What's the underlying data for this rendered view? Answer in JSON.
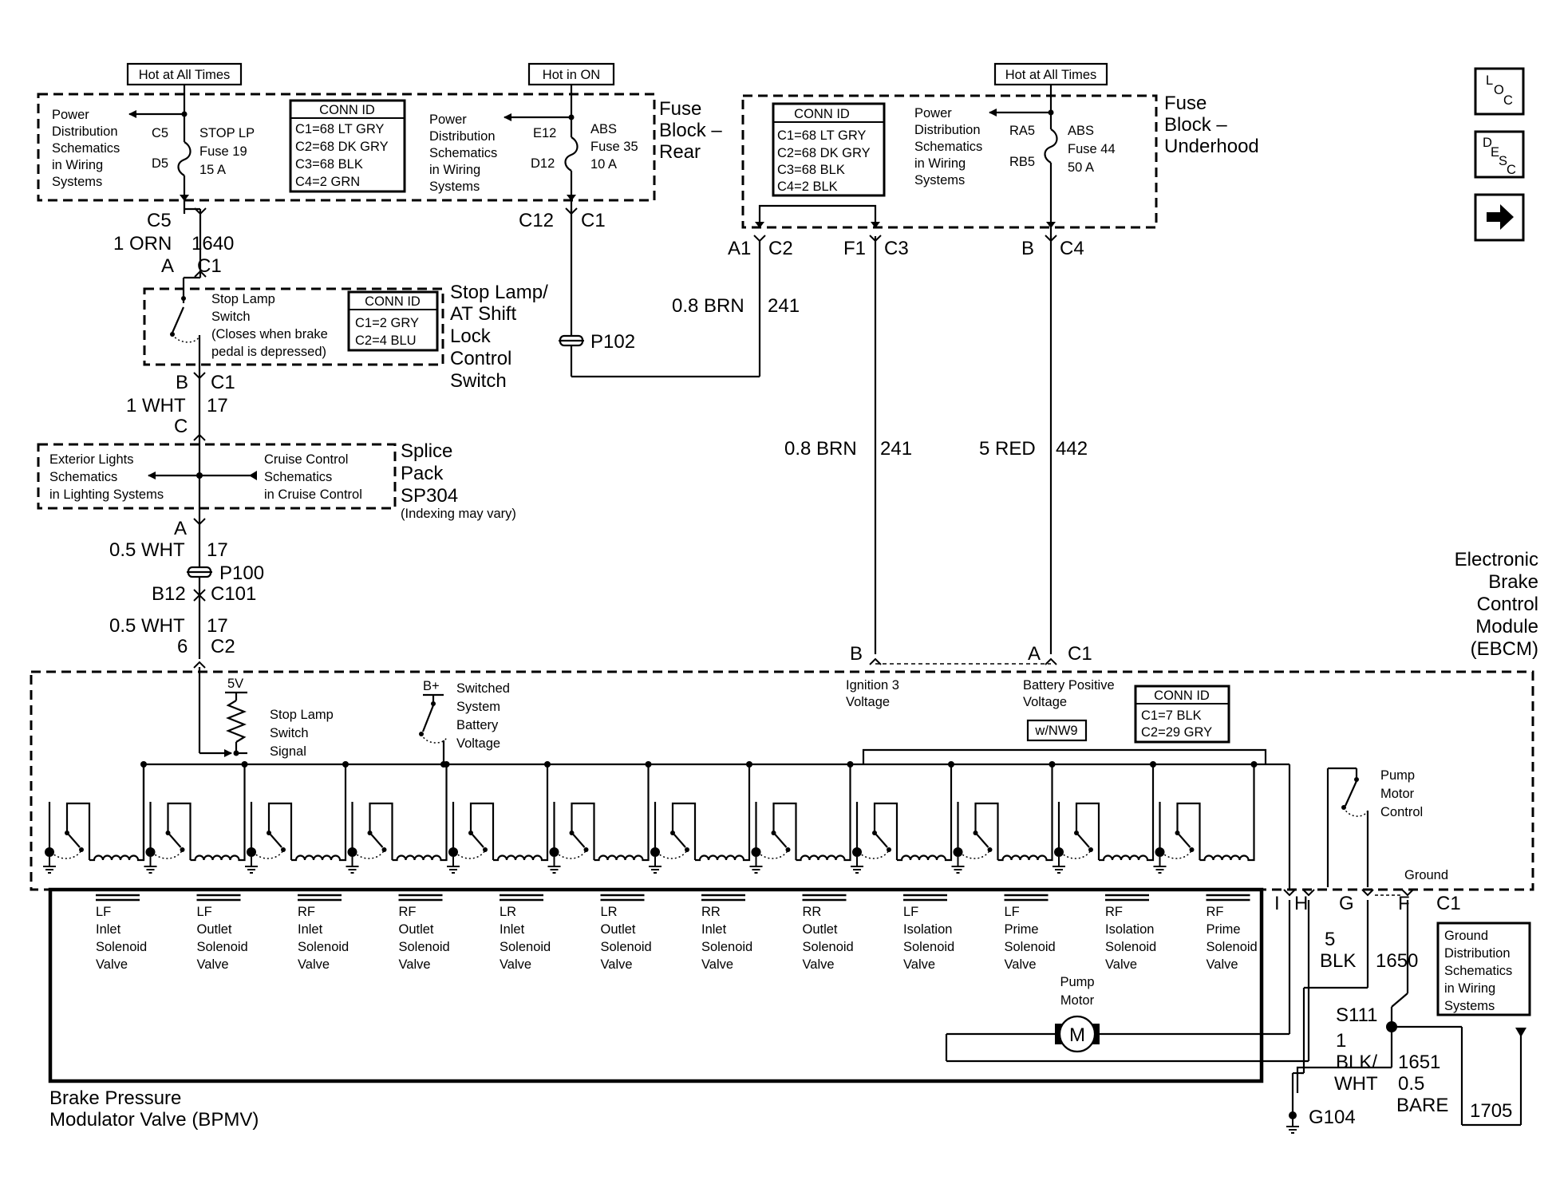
{
  "side_buttons": {
    "loc": [
      "L",
      "O",
      "C"
    ],
    "desc": [
      "D",
      "E",
      "S",
      "C"
    ]
  },
  "fuse_rear": {
    "title": [
      "Fuse",
      "Block –",
      "Rear"
    ],
    "hot1": "Hot at All Times",
    "hot2": "Hot in ON",
    "pds1": [
      "Power",
      "Distribution",
      "Schematics",
      "in Wiring",
      "Systems"
    ],
    "pds2": [
      "Power",
      "Distribution",
      "Schematics",
      "in Wiring",
      "Systems"
    ],
    "fuse1": {
      "pin_top": "C5",
      "pin_bot": "D5",
      "label": [
        "STOP LP",
        "Fuse 19",
        "15 A"
      ]
    },
    "fuse2": {
      "pin_top": "E12",
      "pin_bot": "D12",
      "label": [
        "ABS",
        "Fuse 35",
        "10 A"
      ]
    },
    "conn": {
      "title": "CONN ID",
      "rows": [
        "C1=68 LT GRY",
        "C2=68 DK GRY",
        "C3=68 BLK",
        "C4=2 GRN"
      ]
    }
  },
  "fuse_under": {
    "title": [
      "Fuse",
      "Block –",
      "Underhood"
    ],
    "hot": "Hot at All Times",
    "pds": [
      "Power",
      "Distribution",
      "Schematics",
      "in Wiring",
      "Systems"
    ],
    "fuse": {
      "pin_top": "RA5",
      "pin_bot": "RB5",
      "label": [
        "ABS",
        "Fuse 44",
        "50 A"
      ]
    },
    "conn": {
      "title": "CONN ID",
      "rows": [
        "C1=68 LT GRY",
        "C2=68 DK GRY",
        "C3=68 BLK",
        "C4=2 BLK"
      ]
    }
  },
  "wires": {
    "c5": "C5",
    "orn": "1 ORN",
    "n1640": "1640",
    "a": "A",
    "c1a": "C1",
    "c12": "C12",
    "c1b": "C1",
    "a1": "A1",
    "c2a": "C2",
    "f1": "F1",
    "c3": "C3",
    "b": "B",
    "c4": "C4",
    "brn_upper": "0.8 BRN",
    "n241_upper": "241",
    "p102": "P102",
    "brn_lower": "0.8 BRN",
    "n241_lower": "241",
    "red": "5 RED",
    "n442": "442",
    "b2": "B",
    "c1c": "C1",
    "wht1": "1 WHT",
    "n17a": "17",
    "c": "C",
    "a2": "A",
    "wht2": "0.5 WHT",
    "n17b": "17",
    "p100": "P100",
    "b12": "B12",
    "c101": "C101",
    "wht3": "0.5 WHT",
    "n17c": "17",
    "six": "6",
    "c2b": "C2"
  },
  "stop_switch": {
    "title": [
      "Stop Lamp/",
      "AT Shift",
      "Lock",
      "Control",
      "Switch"
    ],
    "desc": [
      "Stop Lamp",
      "Switch",
      "(Closes when brake",
      "pedal is depressed)"
    ],
    "conn": {
      "title": "CONN ID",
      "rows": [
        "C1=2 GRY",
        "C2=4 BLU"
      ]
    }
  },
  "splice": {
    "title": [
      "Splice",
      "Pack",
      "SP304"
    ],
    "note": "(Indexing may vary)",
    "left": [
      "Exterior Lights",
      "Schematics",
      "in Lighting Systems"
    ],
    "right": [
      "Cruise  Control",
      "Schematics",
      "in Cruise Control"
    ]
  },
  "ebcm": {
    "title": [
      "Electronic",
      "Brake",
      "Control",
      "Module",
      "(EBCM)"
    ],
    "pin_b": "B",
    "pin_a": "A",
    "pin_c1": "C1",
    "ign": [
      "Ignition 3",
      "Voltage"
    ],
    "batt": [
      "Battery Positive",
      "Voltage"
    ],
    "conn": {
      "title": "CONN ID",
      "rows": [
        "C1=7 BLK",
        "C2=29 GRY"
      ]
    },
    "nw9": "w/NW9",
    "v5": "5V",
    "bplus": "B+",
    "stop_signal": [
      "Stop Lamp",
      "Switch",
      "Signal"
    ],
    "switched": [
      "Switched",
      "System",
      "Battery",
      "Voltage"
    ],
    "pump_ctrl": [
      "Pump",
      "Motor",
      "Control"
    ],
    "ground": "Ground",
    "pins": [
      "I",
      "H",
      "G",
      "F",
      "C1"
    ]
  },
  "bpmv": {
    "title": [
      "Brake Pressure",
      "Modulator Valve (BPMV)"
    ],
    "valves": [
      [
        "LF",
        "Inlet",
        "Solenoid",
        "Valve"
      ],
      [
        "LF",
        "Outlet",
        "Solenoid",
        "Valve"
      ],
      [
        "RF",
        "Inlet",
        "Solenoid",
        "Valve"
      ],
      [
        "RF",
        "Outlet",
        "Solenoid",
        "Valve"
      ],
      [
        "LR",
        "Inlet",
        "Solenoid",
        "Valve"
      ],
      [
        "LR",
        "Outlet",
        "Solenoid",
        "Valve"
      ],
      [
        "RR",
        "Inlet",
        "Solenoid",
        "Valve"
      ],
      [
        "RR",
        "Outlet",
        "Solenoid",
        "Valve"
      ],
      [
        "LF",
        "Isolation",
        "Solenoid",
        "Valve"
      ],
      [
        "LF",
        "Prime",
        "Solenoid",
        "Valve"
      ],
      [
        "RF",
        "Isolation",
        "Solenoid",
        "Valve"
      ],
      [
        "RF",
        "Prime",
        "Solenoid",
        "Valve"
      ]
    ],
    "pump": [
      "Pump",
      "Motor"
    ],
    "motor_symbol": "M"
  },
  "ground_side": {
    "blk5": [
      "5",
      "BLK"
    ],
    "n1650": "1650",
    "s111": "S111",
    "blkwht": [
      "1",
      "BLK/",
      "WHT"
    ],
    "n1651": "1651",
    "bare": [
      "0.5",
      "BARE"
    ],
    "n1705": "1705",
    "g104": "G104",
    "gds": [
      "Ground",
      "Distribution",
      "Schematics",
      "in Wiring",
      "Systems"
    ]
  }
}
